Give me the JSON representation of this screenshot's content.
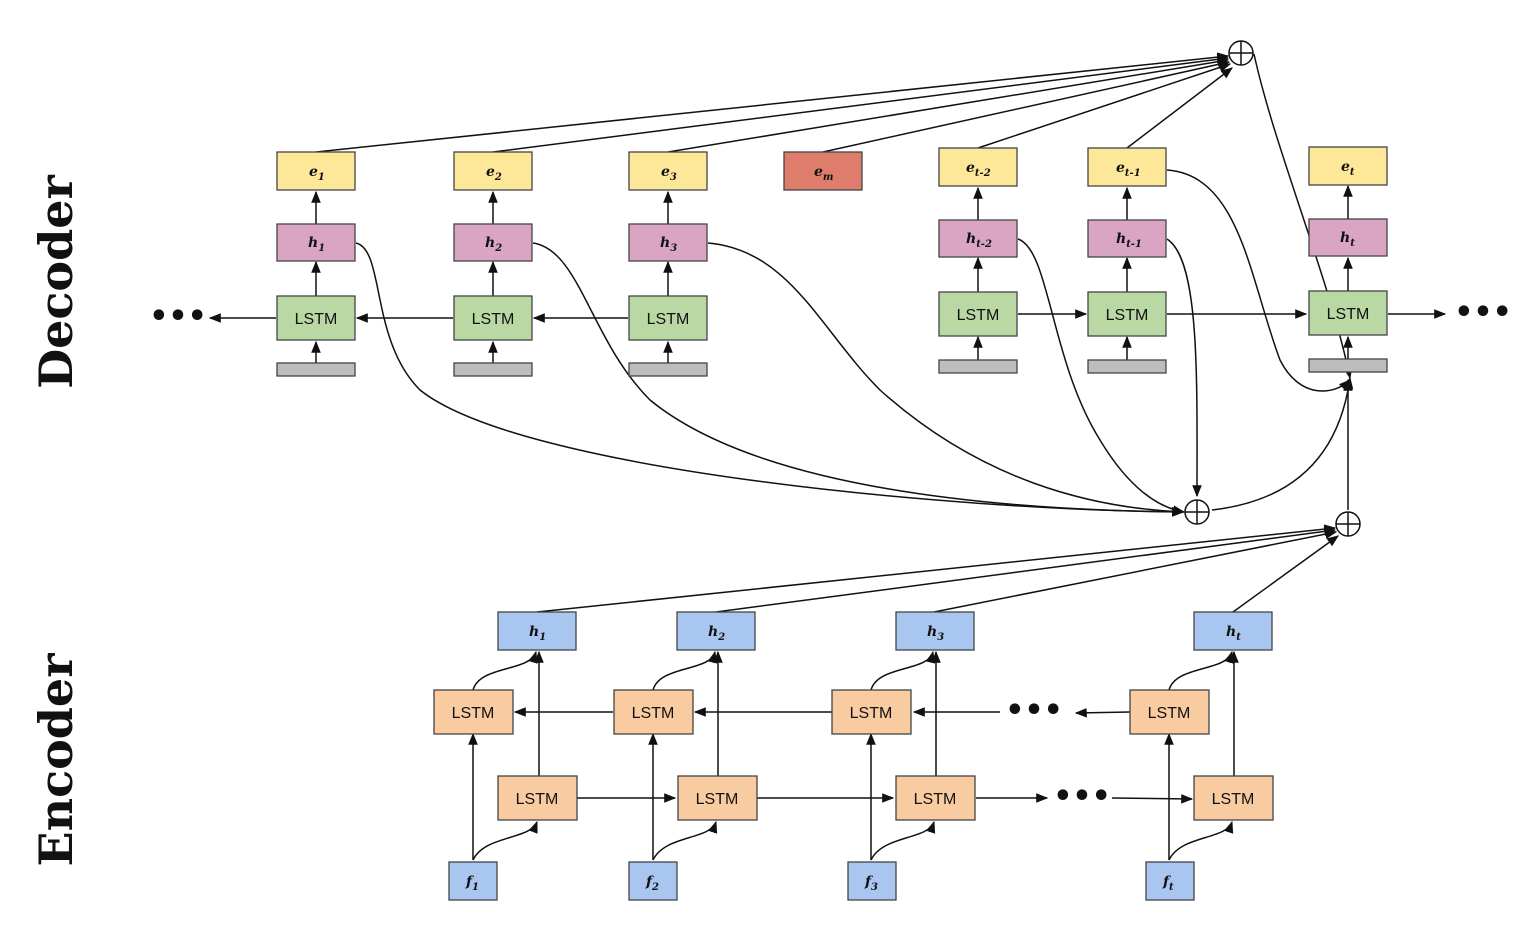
{
  "side_labels": {
    "decoder": "Decoder",
    "encoder": "Encoder"
  },
  "decoder": {
    "outputs": [
      {
        "base": "e",
        "sub": "1"
      },
      {
        "base": "e",
        "sub": "2"
      },
      {
        "base": "e",
        "sub": "3"
      },
      {
        "base": "e",
        "sub": "m"
      },
      {
        "base": "e",
        "sub": "t-2"
      },
      {
        "base": "e",
        "sub": "t-1"
      },
      {
        "base": "e",
        "sub": "t"
      }
    ],
    "hidden": [
      {
        "base": "h",
        "sub": "1"
      },
      {
        "base": "h",
        "sub": "2"
      },
      {
        "base": "h",
        "sub": "3"
      },
      {
        "base": "h",
        "sub": "t-2"
      },
      {
        "base": "h",
        "sub": "t-1"
      },
      {
        "base": "h",
        "sub": "t"
      }
    ],
    "lstm_label": "LSTM",
    "ellipsis": "•••"
  },
  "encoder": {
    "hidden": [
      {
        "base": "h",
        "sub": "1"
      },
      {
        "base": "h",
        "sub": "2"
      },
      {
        "base": "h",
        "sub": "3"
      },
      {
        "base": "h",
        "sub": "t"
      }
    ],
    "lstm_label": "LSTM",
    "inputs": [
      {
        "base": "f",
        "sub": "1"
      },
      {
        "base": "f",
        "sub": "2"
      },
      {
        "base": "f",
        "sub": "3"
      },
      {
        "base": "f",
        "sub": "t"
      }
    ],
    "ellipsis": "•••"
  },
  "colors": {
    "decoder_output": "#fde89a",
    "decoder_output_masked": "#df7d6c",
    "decoder_hidden": "#d9a5c3",
    "decoder_lstm": "#b9d8a4",
    "decoder_input": "#bdbdbd",
    "encoder_hidden": "#a9c6f0",
    "encoder_lstm": "#f8cba0",
    "encoder_input": "#a9c6f0"
  }
}
